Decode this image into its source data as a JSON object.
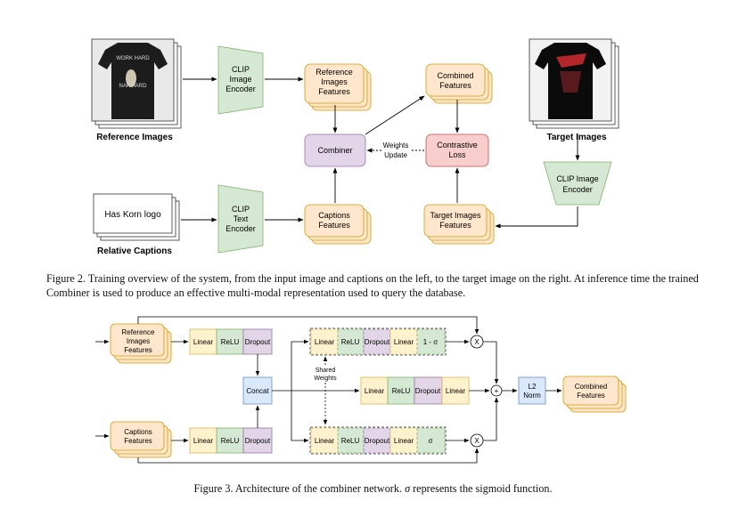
{
  "figure2": {
    "reference_images_label": "Reference Images",
    "relative_captions_label": "Relative Captions",
    "target_images_label": "Target Images",
    "caption_text_box": "Has Korn logo",
    "shirt_text_top": "WORK HARD",
    "shirt_text_bottom": "NAP HARD",
    "clip_image_encoder": [
      "CLIP",
      "Image",
      "Encoder"
    ],
    "clip_text_encoder": [
      "CLIP",
      "Text",
      "Encoder"
    ],
    "clip_image_encoder_right": [
      "CLIP Image",
      "Encoder"
    ],
    "reference_images_features": [
      "Reference",
      "Images",
      "Features"
    ],
    "captions_features": [
      "Captions",
      "Features"
    ],
    "combined_features": [
      "Combined",
      "Features"
    ],
    "target_images_features": [
      "Target Images",
      "Features"
    ],
    "combiner": "Combiner",
    "contrastive_loss": [
      "Contrastive",
      "Loss"
    ],
    "weights_update": [
      "Weights",
      "Update"
    ],
    "caption": "Figure 2. Training overview of the system, from the input image and captions on the left, to the target image on the right. At inference time the trained Combiner is used to produce an effective multi-modal representation used to query the database."
  },
  "figure3": {
    "reference_images_features": [
      "Reference",
      "Images",
      "Features"
    ],
    "captions_features": [
      "Captions",
      "Features"
    ],
    "combined_features": [
      "Combined",
      "Features"
    ],
    "linear": "Linear",
    "relu": "ReLU",
    "dropout": "Dropout",
    "concat": "Concat",
    "one_minus_sigma": "1 - σ",
    "sigma": "σ",
    "shared_weights": [
      "Shared",
      "Weights"
    ],
    "l2_norm": [
      "L2",
      "Norm"
    ],
    "multiply_symbol": "X",
    "plus_symbol": "+",
    "caption_prefix": "Figure 3. Architecture of the combiner network.",
    "caption_sigma": "σ",
    "caption_suffix": "represents the sigmoid function."
  },
  "colors": {
    "encoder_green": "#d5e8d4",
    "encoder_green_stroke": "#82b366",
    "feature_orange": "#ffe6cc",
    "feature_orange_stroke": "#d79b00",
    "combiner_purple": "#e1d5e7",
    "combiner_purple_stroke": "#9673a6",
    "loss_red": "#f8cecc",
    "loss_red_stroke": "#b85450",
    "linear_yellow": "#fff2cc",
    "linear_yellow_stroke": "#d6b656",
    "concat_blue": "#dae8fc",
    "concat_blue_stroke": "#6c8ebf"
  }
}
